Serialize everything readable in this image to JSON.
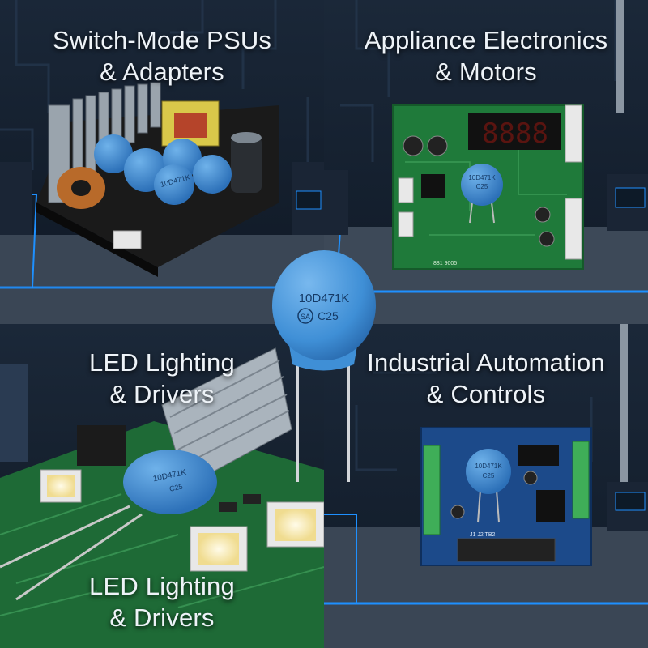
{
  "panels": [
    {
      "caption_line1": "Switch-Mode PSUs",
      "caption_line2": "& Adapters"
    },
    {
      "caption_line1": "Appliance Electronics",
      "caption_line2": "& Motors"
    },
    {
      "caption_line1": "LED Lighting",
      "caption_line2": "& Drivers",
      "bottom_line1": "LED Lighting",
      "bottom_line2": "& Drivers"
    },
    {
      "caption_line1": "Industrial Automation",
      "caption_line2": "& Controls"
    }
  ],
  "varistor": {
    "part_number": "10D471K",
    "mark": "SA",
    "rating": "C25"
  },
  "display_digits": "8888",
  "board_codes": {
    "appliance": "881 9005",
    "industrial": "J1 J2 TB2"
  },
  "colors": {
    "background": "#0b1420",
    "accent_blue": "#1e90ff",
    "varistor_blue": "#3f8fd6",
    "pcb_green": "#1f7a3a",
    "pcb_blue": "#1c4a8a"
  }
}
